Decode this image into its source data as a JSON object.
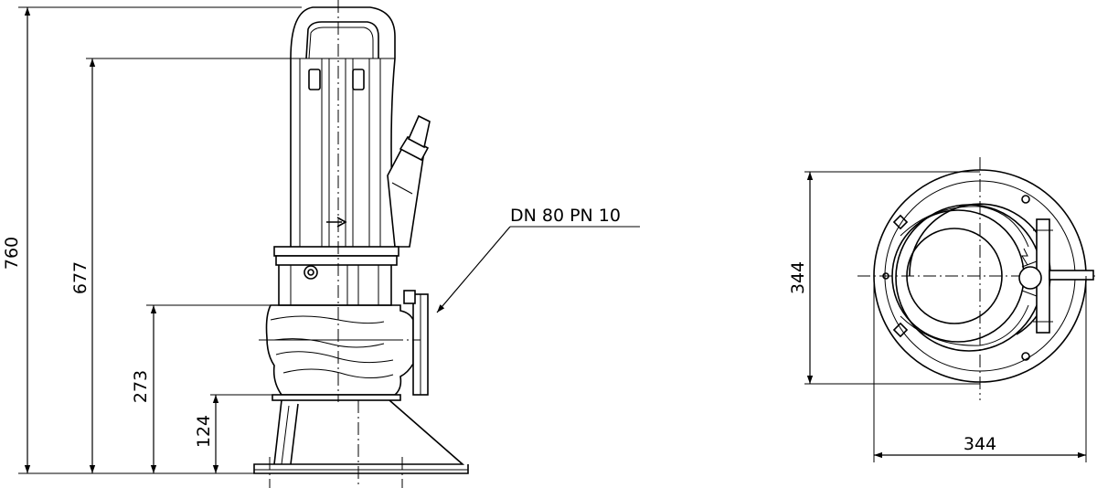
{
  "dimensions": {
    "overall_height": "760",
    "flange_height": "677",
    "outlet_height": "273",
    "base_height": "124",
    "plan_depth": "344",
    "plan_width": "344"
  },
  "callout": {
    "flange_spec": "DN 80 PN 10"
  }
}
